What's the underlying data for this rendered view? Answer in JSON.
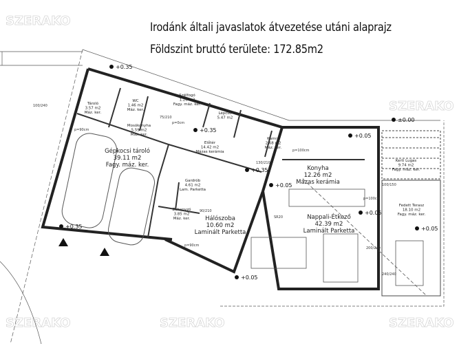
{
  "header": {
    "title_line1": "Irodánk általi javaslatok átvezetése utáni alaprajz",
    "title_line2": "Földszint bruttó területe: 172.85m2"
  },
  "watermark": "SZERAKO",
  "rooms": [
    {
      "name": "Tároló",
      "area": "3.57 m2",
      "floor": "Máz. ker."
    },
    {
      "name": "WC",
      "area": "1.46 m2",
      "floor": "Máz. ker."
    },
    {
      "name": "Szélfogó",
      "area": "1.26 m2",
      "floor": "Fagy. máz. ker."
    },
    {
      "name": "Mosókonyha",
      "area": "5.59 m2",
      "floor": "Máz. ker."
    },
    {
      "name": "Lépcső",
      "area": "5.47 m2",
      "floor": ""
    },
    {
      "name": "Előtér",
      "area": "14.42 m2",
      "floor": "Mázas kerámia"
    },
    {
      "name": "Kamra",
      "area": "2.68 m2",
      "floor": "Máz. ker."
    },
    {
      "name": "Gépkocsi tároló",
      "area": "39.11 m2",
      "floor": "Fagy. máz. ker."
    },
    {
      "name": "Gardrób",
      "area": "4.61 m2",
      "floor": "Lam. Parketta"
    },
    {
      "name": "Zuhanyzó",
      "area": "3.85 m2",
      "floor": "Máz. ker."
    },
    {
      "name": "Hálószoba",
      "area": "10.60 m2",
      "floor": "Laminált Parketta"
    },
    {
      "name": "Konyha",
      "area": "12.26 m2",
      "floor": "Mázas kerámia"
    },
    {
      "name": "Nappali-Étkező",
      "area": "42.39 m2",
      "floor": "Laminált Parketta"
    },
    {
      "name": "Fedett Terasz",
      "area": "18.10 m2",
      "floor": "Fagy. máz. ker."
    },
    {
      "name": "Kerti Lugas",
      "area": "9.74 m2",
      "floor": "Fagy. máz. ker."
    }
  ],
  "levels": [
    "+0.35",
    "+0.35",
    "+0.35",
    "+0.35",
    "+0.05",
    "+0.05",
    "+0.05",
    "+0.05",
    "+0.05",
    "±0.00"
  ],
  "dimensions": [
    "p=100cm",
    "p=100cm",
    "p=90cm",
    "p=90cm",
    "p=0cm",
    "SR20",
    "90/210",
    "130/210",
    "75/210",
    "200/240",
    "100/150",
    "100/240",
    "240/240"
  ]
}
